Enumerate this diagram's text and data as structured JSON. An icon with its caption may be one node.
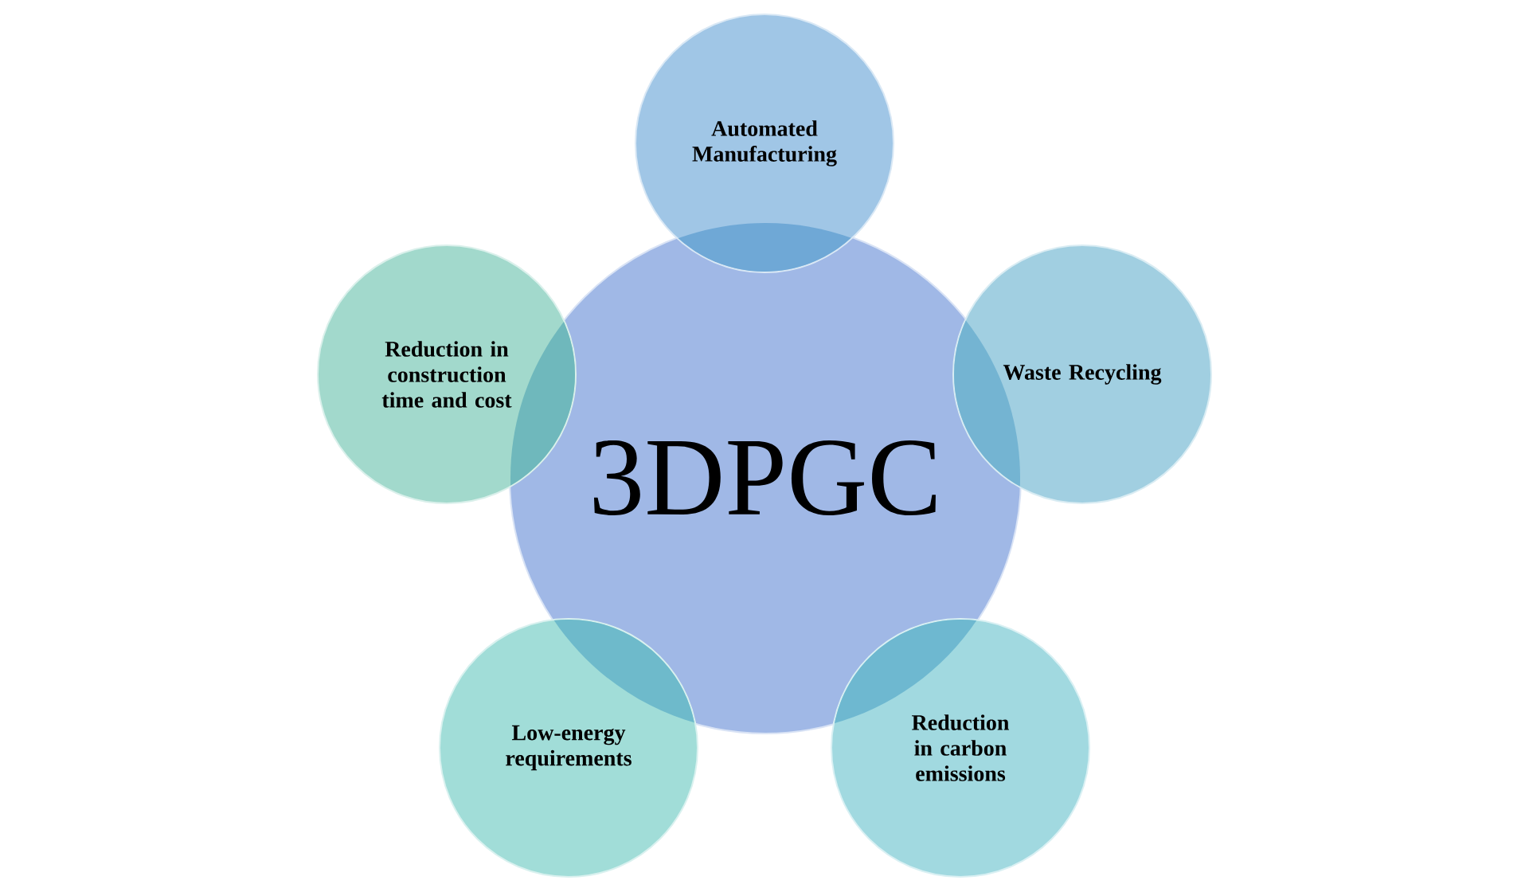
{
  "diagram": {
    "nodes": [
      {
        "text": [
          "3DPGC"
        ]
      },
      {
        "text": [
          "Automated Manufacturing"
        ]
      },
      {
        "text": [
          "Waste Recycling"
        ]
      },
      {
        "text": [
          "Reduction in carbon emissions"
        ]
      },
      {
        "text": [
          "Low-energy requirements"
        ]
      },
      {
        "text": [
          "Reduction in construction time and cost"
        ]
      }
    ]
  }
}
